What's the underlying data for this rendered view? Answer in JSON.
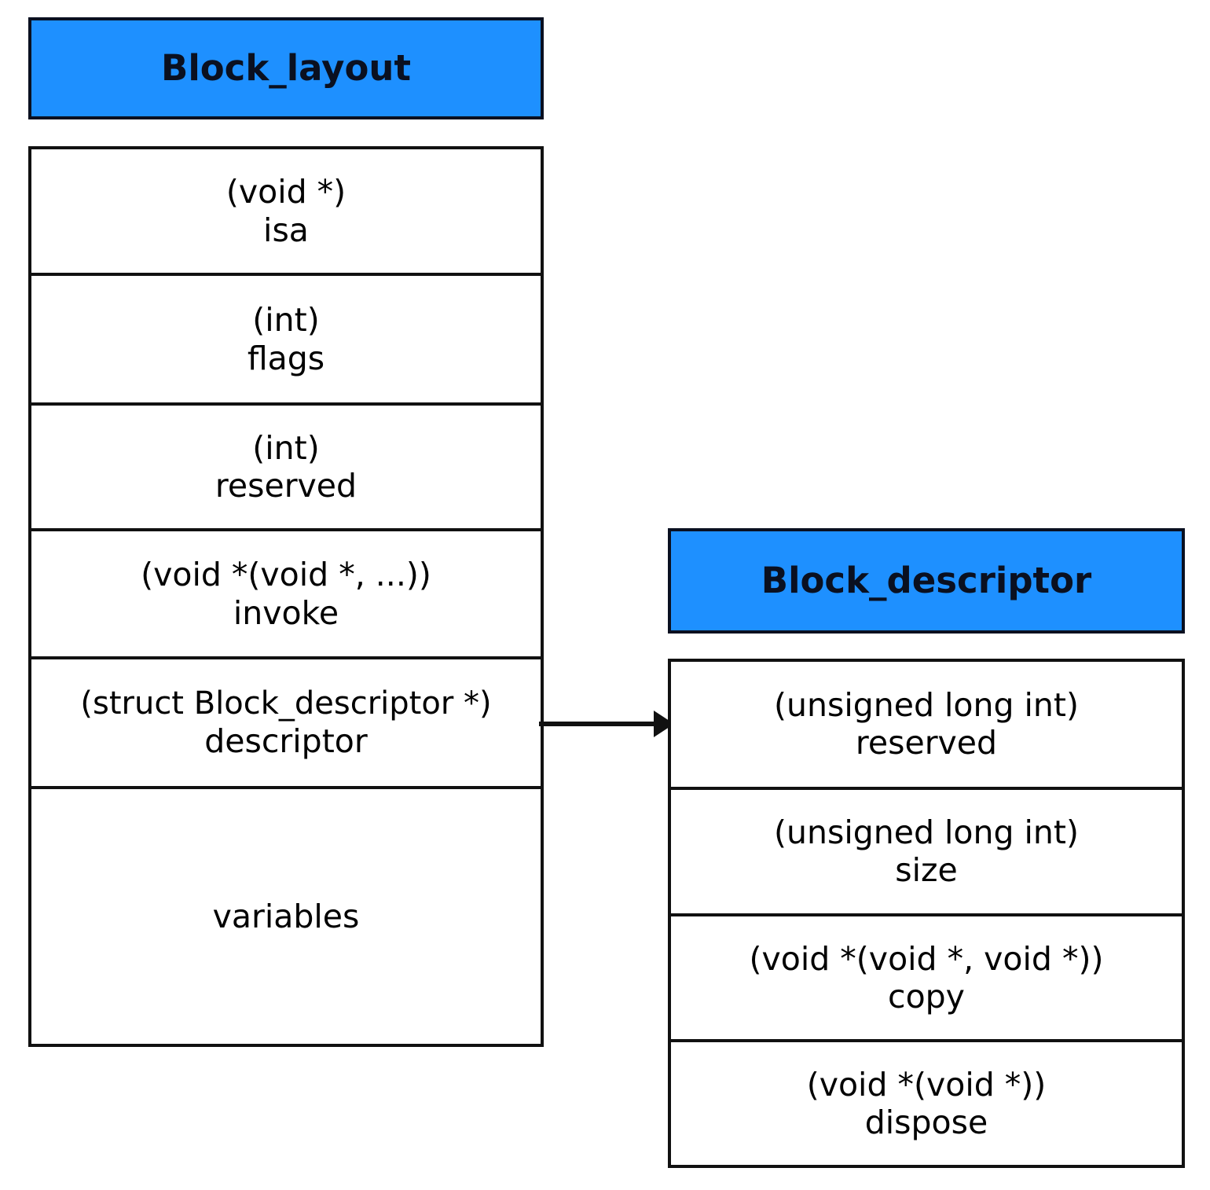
{
  "diagram": {
    "title_colors": {
      "header_fill": "#1e90ff",
      "header_border": "#0a1020",
      "box_border": "#111111",
      "text": "#000000"
    },
    "structs": [
      {
        "id": "block-layout",
        "name": "Block_layout",
        "fields": [
          {
            "type": "(void *)",
            "name": "isa"
          },
          {
            "type": "(int)",
            "name": "flags"
          },
          {
            "type": "(int)",
            "name": "reserved"
          },
          {
            "type": "(void *(void *, ...))",
            "name": "invoke"
          },
          {
            "type": "(struct Block_descriptor *)",
            "name": "descriptor"
          },
          {
            "type": "",
            "name": "variables"
          }
        ]
      },
      {
        "id": "block-descriptor",
        "name": "Block_descriptor",
        "fields": [
          {
            "type": "(unsigned long int)",
            "name": "reserved"
          },
          {
            "type": "(unsigned long int)",
            "name": "size"
          },
          {
            "type": "(void *(void *, void *))",
            "name": "copy"
          },
          {
            "type": "(void *(void *))",
            "name": "dispose"
          }
        ]
      }
    ],
    "connector": {
      "label": "",
      "from": "block-layout.descriptor",
      "to": "block-descriptor",
      "icon": "arrow-right-icon"
    }
  }
}
